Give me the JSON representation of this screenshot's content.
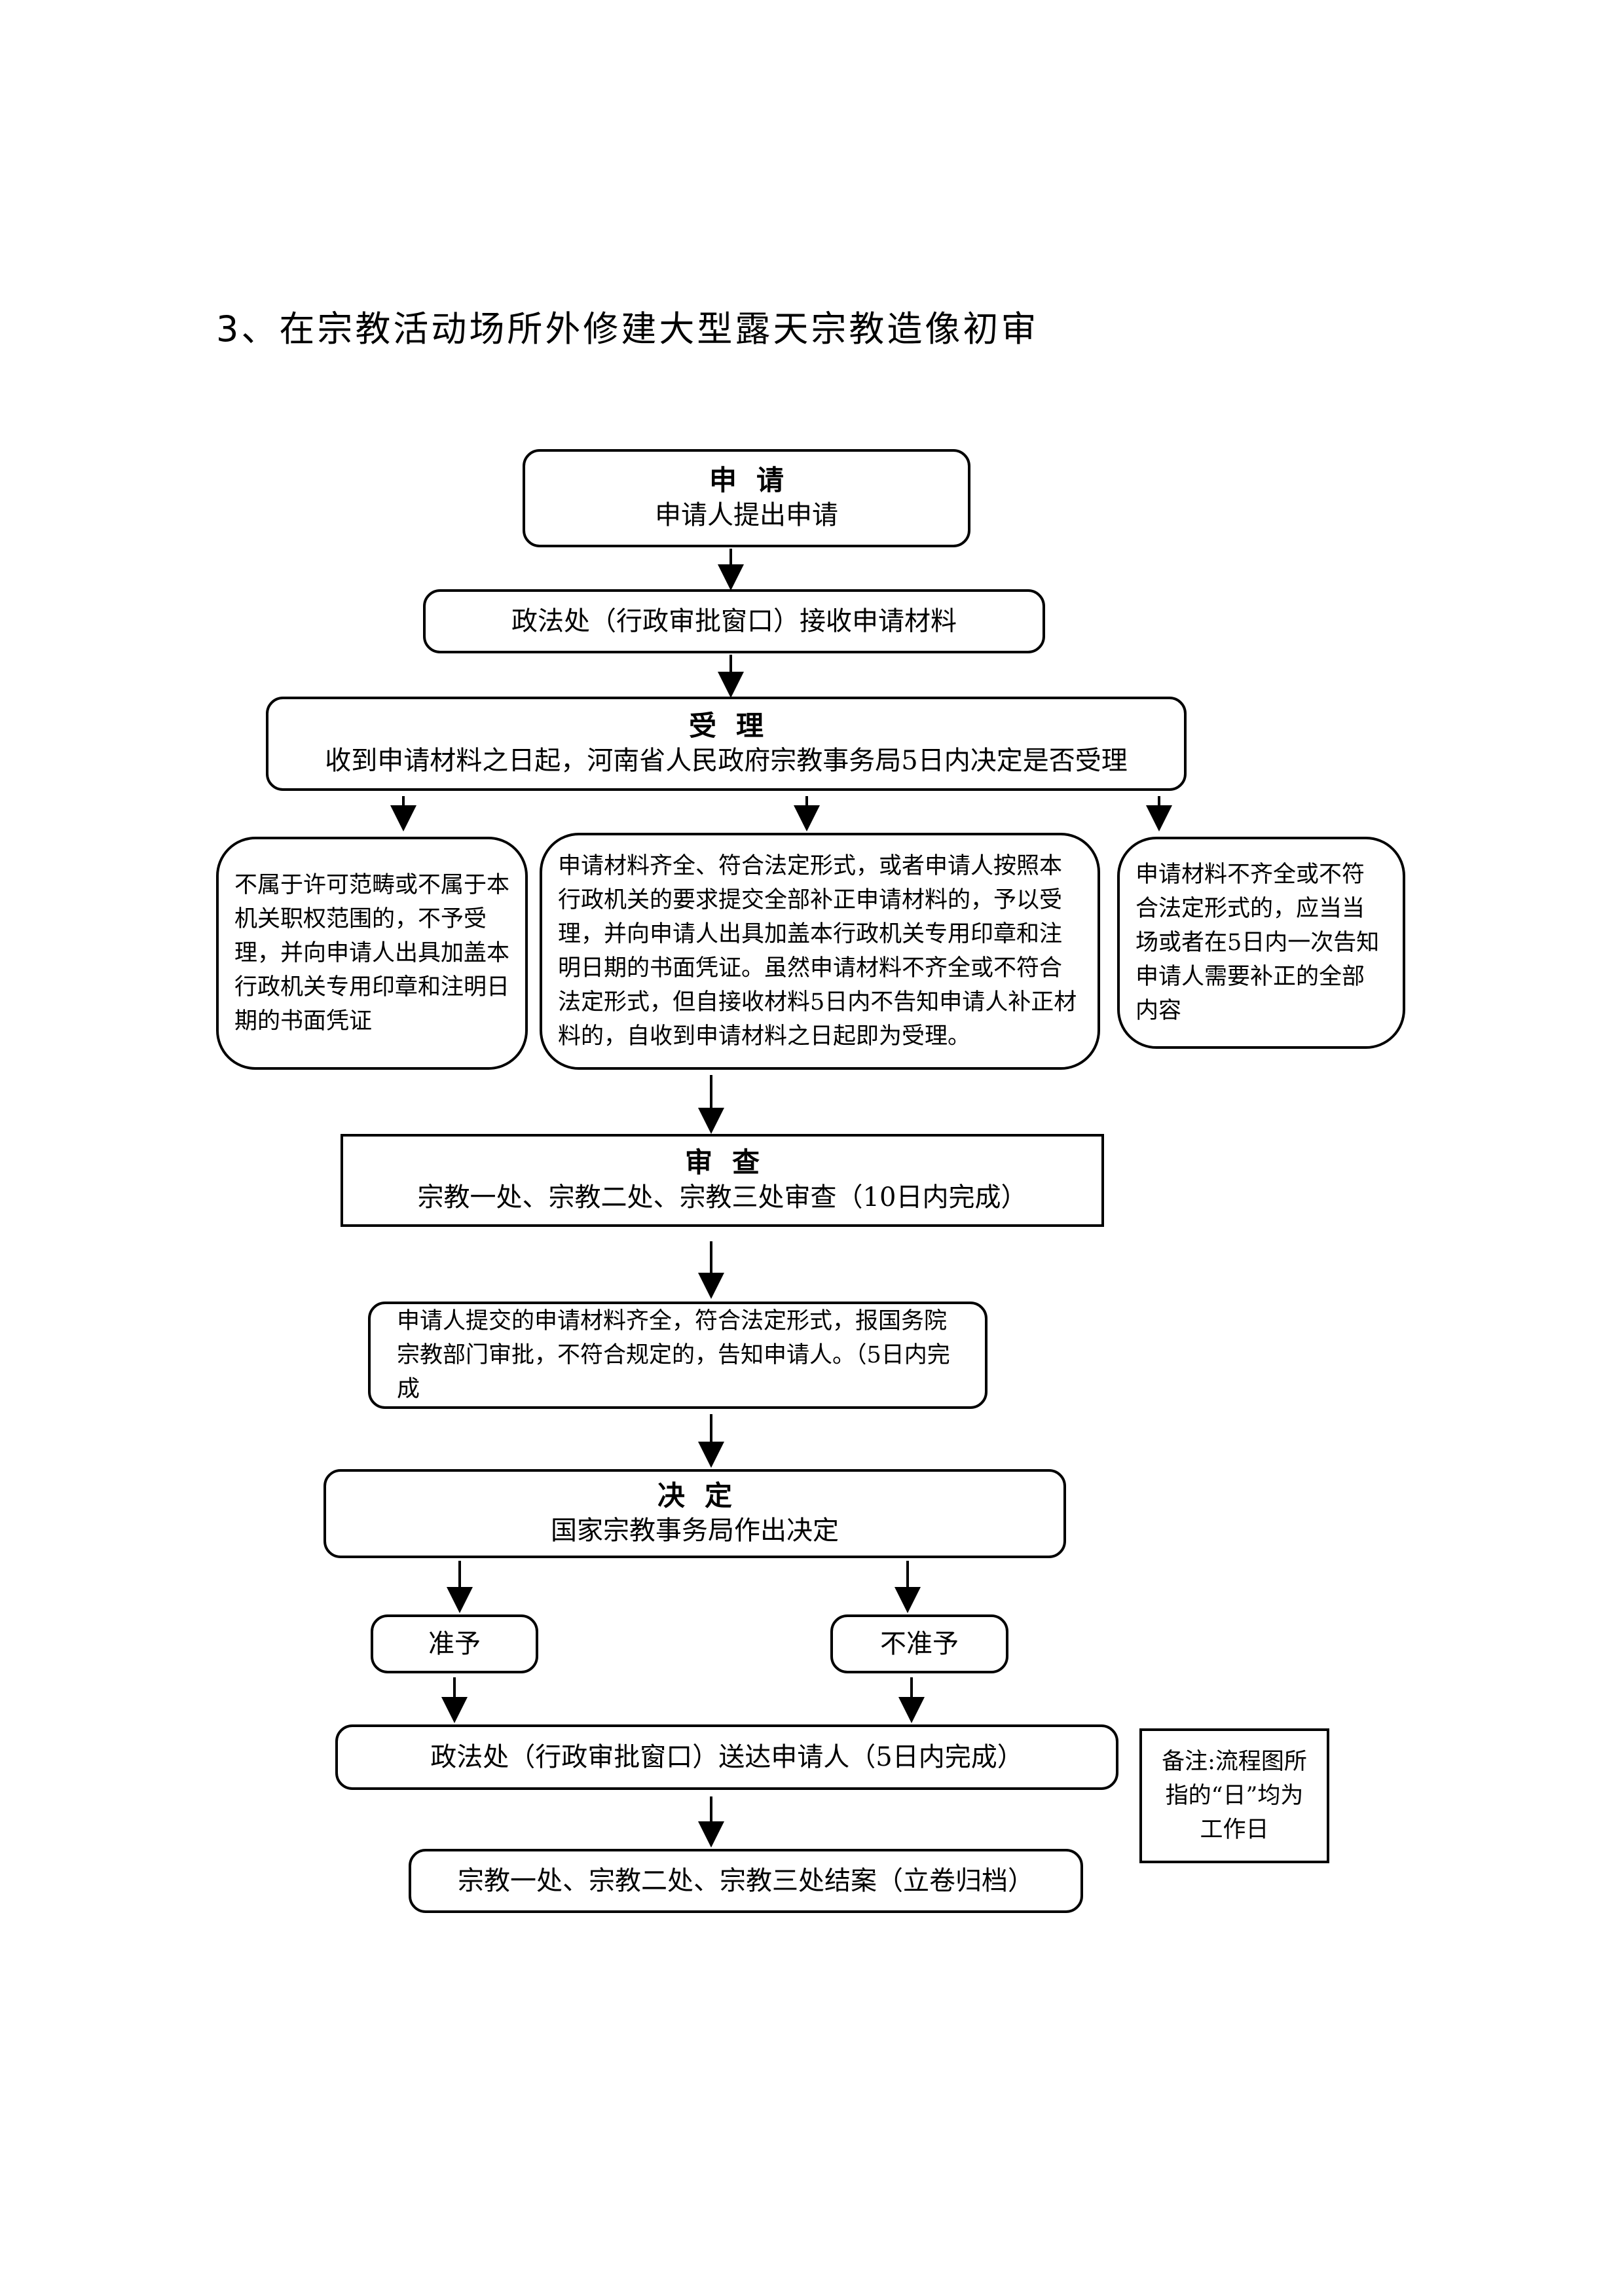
{
  "title": "3、在宗教活动场所外修建大型露天宗教造像初审",
  "apply": {
    "heading": "申请",
    "text": "申请人提出申请"
  },
  "receive": {
    "text": "政法处（行政审批窗口）接收申请材料"
  },
  "accept": {
    "heading": "受理",
    "text": "收到申请材料之日起，河南省人民政府宗教事务局5日内决定是否受理"
  },
  "branch_left": {
    "text": "不属于许可范畴或不属于本机关职权范围的，不予受理，并向申请人出具加盖本行政机关专用印章和注明日期的书面凭证"
  },
  "branch_middle": {
    "text": "申请材料齐全、符合法定形式，或者申请人按照本行政机关的要求提交全部补正申请材料的，予以受理，并向申请人出具加盖本行政机关专用印章和注明日期的书面凭证。虽然申请材料不齐全或不符合法定形式，但自接收材料5日内不告知申请人补正材料的，自收到申请材料之日起即为受理。"
  },
  "branch_right": {
    "text": "申请材料不齐全或不符合法定形式的，应当当场或者在5日内一次告知申请人需要补正的全部内容"
  },
  "review": {
    "heading": "审查",
    "text": "宗教一处、宗教二处、宗教三处审查（10日内完成）"
  },
  "report": {
    "text": "申请人提交的申请材料齐全，符合法定形式，报国务院宗教部门审批，不符合规定的，告知申请人。（5日内完成"
  },
  "decision": {
    "heading": "决定",
    "text": "国家宗教事务局作出决定"
  },
  "approve": {
    "text": "准予"
  },
  "reject": {
    "text": "不准予"
  },
  "deliver": {
    "text": "政法处（行政审批窗口）送达申请人（5日内完成）"
  },
  "archive": {
    "text": "宗教一处、宗教二处、宗教三处结案（立卷归档）"
  },
  "note": {
    "text": "备注:流程图所指的“日”均为工作日"
  }
}
